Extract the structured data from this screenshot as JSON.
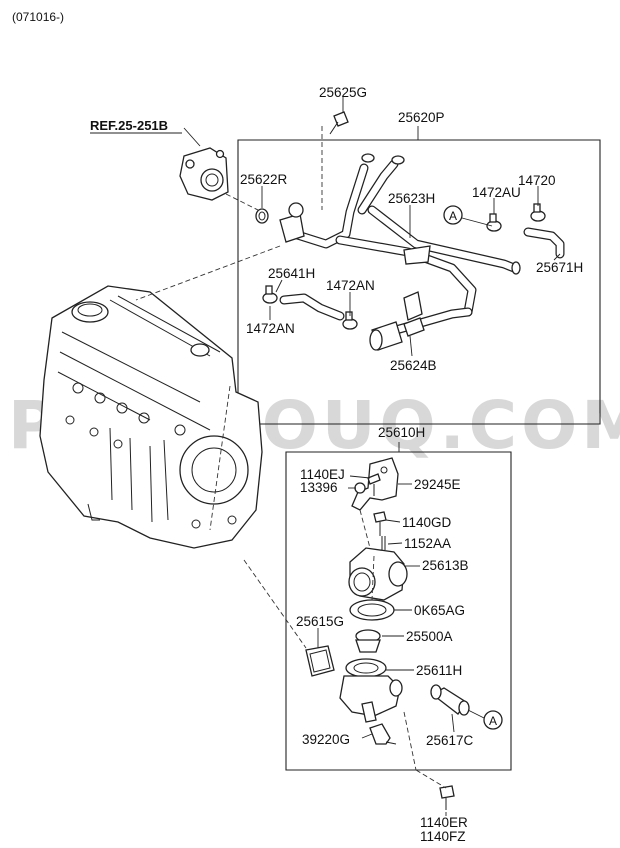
{
  "header": {
    "code": "(071016-)"
  },
  "watermark": "PARTSOUQ.COM",
  "reference": {
    "label": "REF.25-251B"
  },
  "callout": "A",
  "parts": {
    "p25625G": "25625G",
    "p25620P": "25620P",
    "p25622R": "25622R",
    "p25623H": "25623H",
    "p1472AU": "1472AU",
    "p14720": "14720",
    "p25671H": "25671H",
    "p25641H": "25641H",
    "p1472AN_a": "1472AN",
    "p1472AN_b": "1472AN",
    "p25624B": "25624B",
    "p25610H": "25610H",
    "p1140EJ": "1140EJ",
    "p13396": "13396",
    "p29245E": "29245E",
    "p1140GD": "1140GD",
    "p1152AA": "1152AA",
    "p25613B": "25613B",
    "p25615G": "25615G",
    "p0K65AG": "0K65AG",
    "p25500A": "25500A",
    "p25611H": "25611H",
    "p39220G": "39220G",
    "p25617C": "25617C",
    "p1140ER": "1140ER",
    "p1140FZ": "1140FZ"
  }
}
